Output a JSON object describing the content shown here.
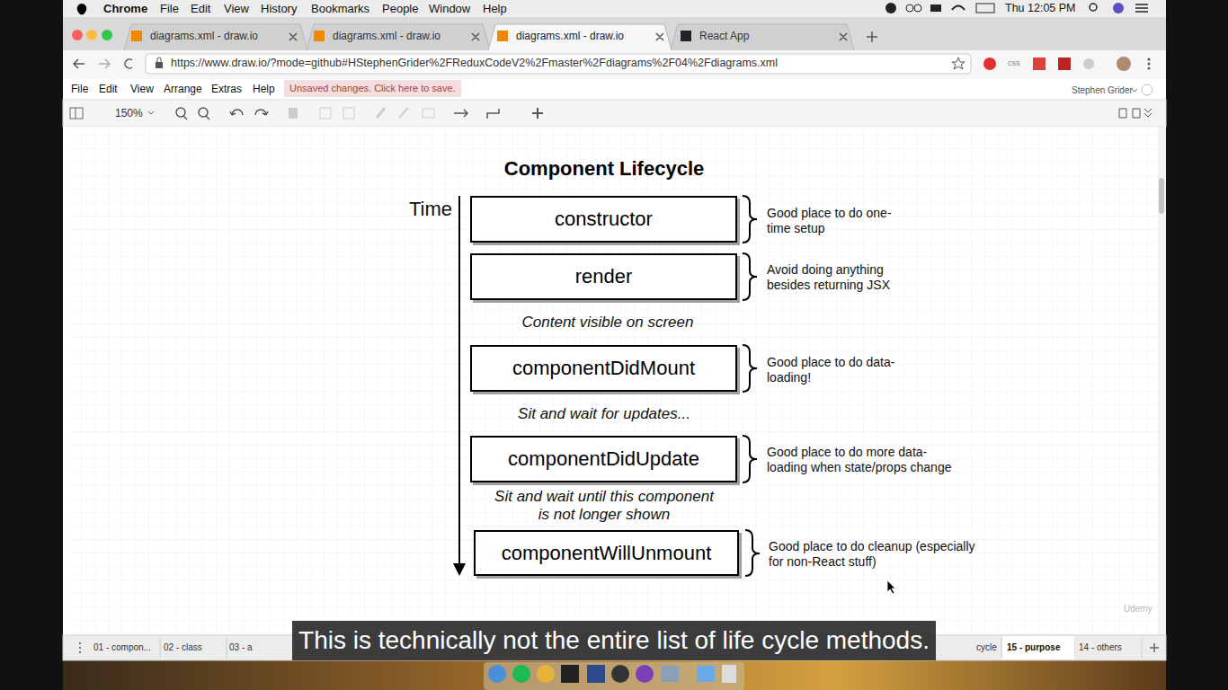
{
  "diagram": {
    "title": "Component Lifecycle",
    "nodes": [
      {
        "text": [
          "constructor"
        ]
      },
      {
        "text": [
          "render"
        ]
      },
      {
        "text": [
          "componentDidMount"
        ]
      },
      {
        "text": [
          "componentDidUpdate"
        ]
      },
      {
        "text": [
          "componentWillUnmount"
        ]
      }
    ],
    "labels": [
      "Chrome",
      "File",
      "Edit",
      "View",
      "History",
      "Bookmarks",
      "People",
      "Window",
      "Help",
      "Thu 12:05 PM",
      "diagrams.xml - draw.io",
      "diagrams.xml - draw.io",
      "diagrams.xml - draw.io",
      "React App",
      "https://www.draw.io/?mode=github#HStephenGrider%2FReduxCodeV2%2Fmaster%2Fdiagrams%2F04%2Fdiagrams.xml",
      "css",
      "File",
      "Edit",
      "View",
      "Arrange",
      "Extras",
      "Help",
      "Unsaved changes. Click here to save.",
      "Stephen Grider",
      "150%",
      "Time",
      "Good place to do one-time setup",
      "Avoid doing anything besides returning JSX",
      "Content visible on screen",
      "Good place to do data-loading!",
      "Sit and wait for updates...",
      "Good place to do more data-loading when state/props change",
      "Sit and wait until this component is not longer shown",
      "Good place to do cleanup (especially for non-React stuff)",
      "01 - compon...",
      "02 - class",
      "03 - a",
      "cycle",
      "15 - purpose",
      "14 - others",
      "This is technically not the entire list of life cycle methods.",
      "Udemy"
    ]
  }
}
